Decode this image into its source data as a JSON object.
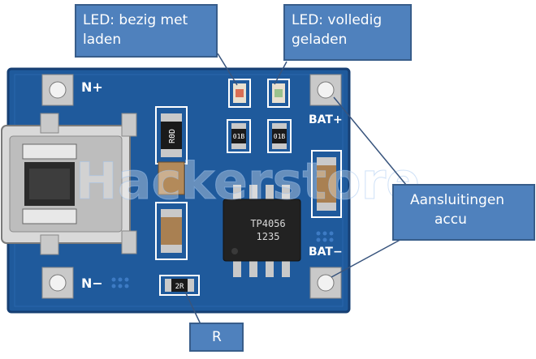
{
  "colors": {
    "board": "#1f5a9c",
    "board_edge": "#163f73",
    "pad_silver": "#c9c9c9",
    "callout_fill": "#4f81bd",
    "callout_border": "#385d8a",
    "callout_text": "#ffffff",
    "leader_line": "#38547d"
  },
  "callouts": {
    "led_charging": {
      "line1": "LED: bezig met",
      "line2": "laden"
    },
    "led_charged": {
      "line1": "LED: volledig",
      "line2": "geladen"
    },
    "battery": {
      "line1": "Aansluitingen",
      "line2": "accu"
    },
    "resistor": {
      "line1": "R"
    }
  },
  "board": {
    "label_in_plus": "N+",
    "label_in_minus": "N−",
    "label_bat_plus": "BAT+",
    "label_bat_minus": "BAT−",
    "ic_line1": "TP4056",
    "ic_line2": "1235",
    "resistor_code": "R0D",
    "led_resistor_code": "01B",
    "r_prog_code": "2R",
    "watermark": "Hackerstore"
  }
}
